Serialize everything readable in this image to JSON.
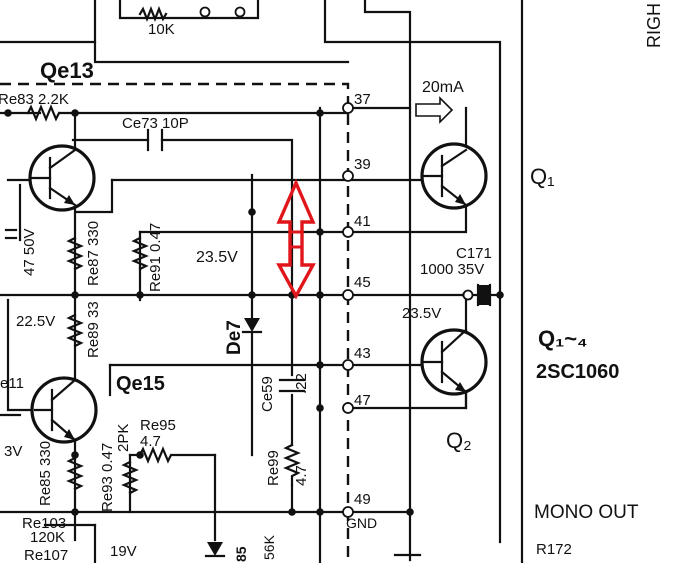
{
  "labels": {
    "top_resistor": "10K",
    "qe13": "Qe13",
    "re83": "Re83 2.2K",
    "ce73": "Ce73 10P",
    "current": "20mA",
    "pin37": "37",
    "pin39": "39",
    "pin41": "41",
    "pin45": "45",
    "pin43": "43",
    "pin47": "47",
    "pin49": "49",
    "gnd": "GND",
    "q_upper": "Q₁",
    "right_edge": "RIGH",
    "c_left": "47 50V",
    "re87": "Re87 330",
    "re91": "Re91 0.47",
    "v_mid": "23.5V",
    "c171": "C171",
    "c171_val": "1000 35V",
    "v_right": "23.5V",
    "v_left": "22.5V",
    "re89": "Re89 33",
    "de7": "De7",
    "q_1_4": "Q₁~₄",
    "part": "2SC1060",
    "qe15": "Qe15",
    "ce59": "Ce59",
    "ce59_val": ".22",
    "v_3": "3V",
    "e11": "e11",
    "re95": "Re95",
    "re95_val": "4.7",
    "r_2pk": "2PK",
    "re93": "Re93 0.47",
    "re85": "Re85 330",
    "re99": "Re99",
    "re99_val": "4.7",
    "q2": "Q₂",
    "mono_out": "MONO OUT",
    "re103": "Re103",
    "r_120k": "120K",
    "re107": "Re107",
    "v_19": "19V",
    "r172": "R172",
    "r_56k": "56K",
    "r_85": "85"
  },
  "annotation": {
    "arrow_color": "#e0161c"
  }
}
